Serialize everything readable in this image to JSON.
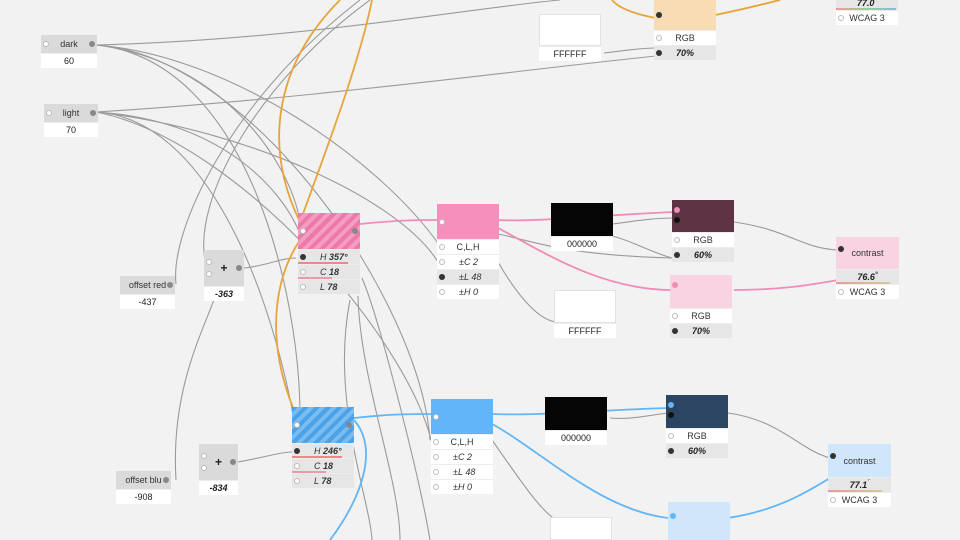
{
  "inputs": {
    "dark": {
      "label": "dark",
      "value": "60"
    },
    "light": {
      "label": "light",
      "value": "70"
    },
    "offset_red": {
      "label": "offset red",
      "value": "-437"
    },
    "offset_blue": {
      "label": "offset blu",
      "value": "-908"
    }
  },
  "add_nodes": {
    "red": {
      "op": "+",
      "result": "-363"
    },
    "blue": {
      "op": "+",
      "result": "-834"
    }
  },
  "lch_nodes": {
    "red": {
      "h_label": "H",
      "h_value": "357°",
      "c_label": "C",
      "c_value": "18",
      "l_label": "L",
      "l_value": "78"
    },
    "blue": {
      "h_label": "H",
      "h_value": "246°",
      "c_label": "C",
      "c_value": "18",
      "l_label": "L",
      "l_value": "78"
    }
  },
  "split_nodes": {
    "red": {
      "title": "C,L,H",
      "rows": [
        {
          "label": "±C",
          "value": "2"
        },
        {
          "label": "±L",
          "value": "48"
        },
        {
          "label": "±H",
          "value": "0"
        }
      ]
    },
    "blue": {
      "title": "C,L,H",
      "rows": [
        {
          "label": "±C",
          "value": "2"
        },
        {
          "label": "±L",
          "value": "48"
        },
        {
          "label": "±H",
          "value": "0"
        }
      ]
    }
  },
  "hex_nodes": {
    "top_white": "FFFFFF",
    "red_black": "000000",
    "red_white": "FFFFFF",
    "blue_black": "000000"
  },
  "mix_nodes": {
    "top": {
      "mode": "RGB",
      "amount": "70%"
    },
    "red_dark": {
      "mode": "RGB",
      "amount": "60%"
    },
    "red_light": {
      "mode": "RGB",
      "amount": "70%"
    },
    "blue_dark": {
      "mode": "RGB",
      "amount": "60%"
    }
  },
  "contrast_nodes": {
    "top": {
      "value": "77.0",
      "unit": "°",
      "level": "WCAG 3"
    },
    "red": {
      "title": "contrast",
      "value": "76.6",
      "unit": "°",
      "level": "WCAG 3"
    },
    "blue": {
      "title": "contrast",
      "value": "77.1",
      "unit": "´",
      "level": "WCAG 3"
    }
  },
  "colors": {
    "pink": "#f08cb8",
    "pink_light": "#fad3e2",
    "blue": "#62b6f7",
    "blue_light": "#cfe6fb",
    "maroon": "#5e3344",
    "navy": "#2b4563",
    "peach": "#f7dcb4",
    "wire_orange": "#e7a33c",
    "wire_gray": "#9a9a9a"
  }
}
